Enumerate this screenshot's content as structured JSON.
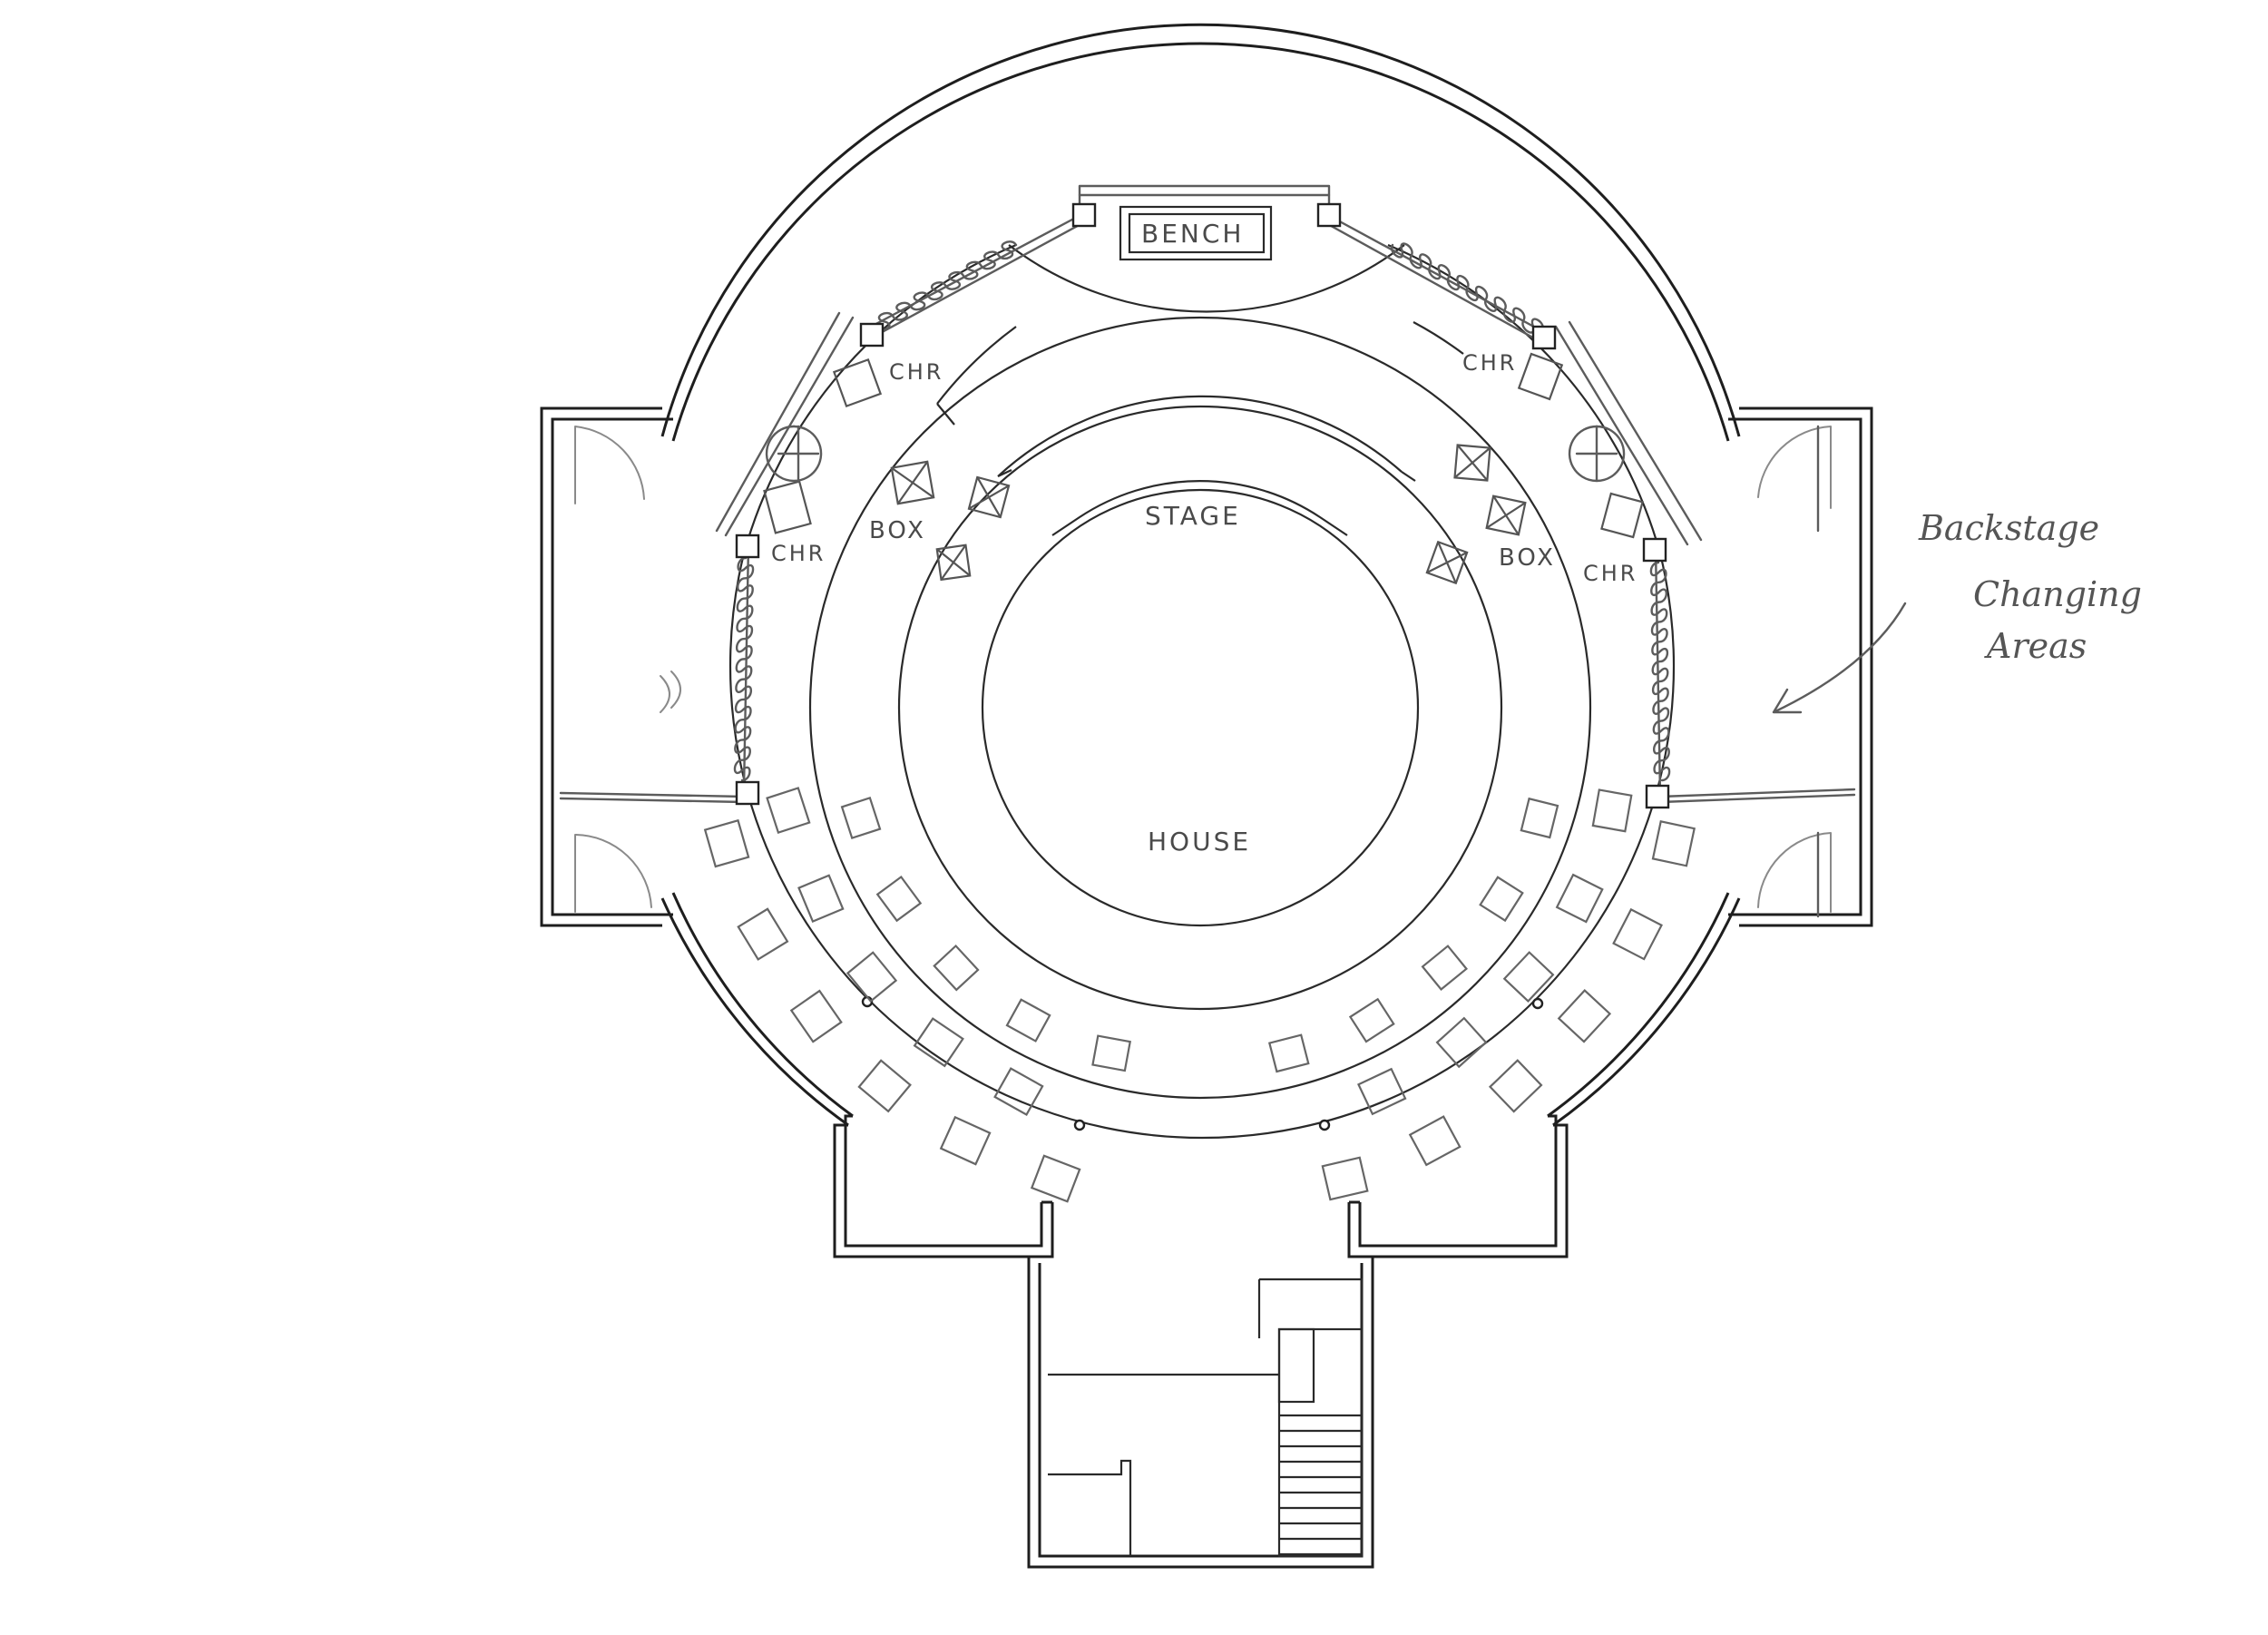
{
  "labels": {
    "bench": "BENCH",
    "stage": "STAGE",
    "house": "HOUSE",
    "box_left": "BOX",
    "box_right": "BOX",
    "chr_upper_left": "CHR",
    "chr_lower_left": "CHR",
    "chr_upper_right": "CHR",
    "chr_lower_right": "CHR"
  },
  "annotation": {
    "line1": "Backstage",
    "line2": "Changing",
    "line3": "Areas"
  },
  "colors": {
    "wall": "#1e1e1e",
    "pencil": "#5c5c5c",
    "paper": "#ffffff"
  }
}
